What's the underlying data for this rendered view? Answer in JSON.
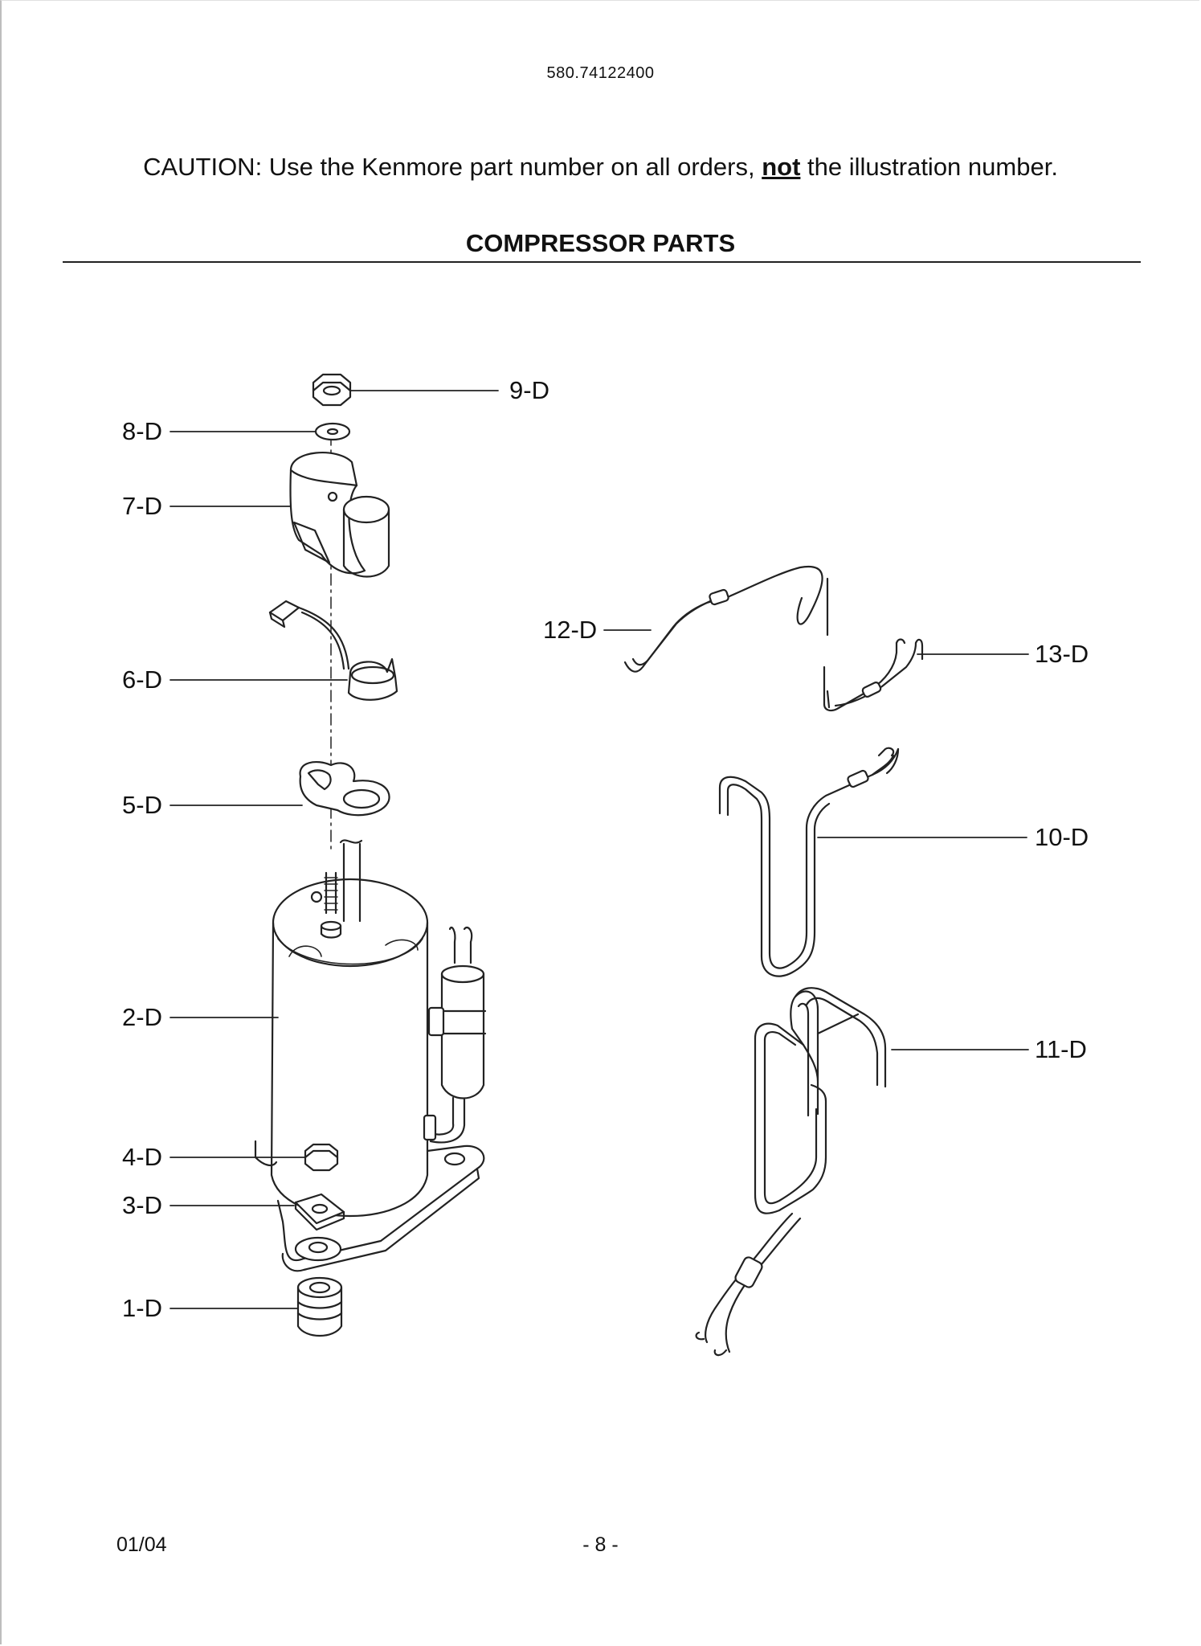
{
  "header": {
    "model_number": "580.74122400"
  },
  "caution": {
    "prefix": "CAUTION: Use the Kenmore part number on all orders, ",
    "emphasis": "not",
    "suffix": " the illustration number."
  },
  "section": {
    "title": "COMPRESSOR PARTS"
  },
  "callouts": {
    "c9": "9-D",
    "c8": "8-D",
    "c7": "7-D",
    "c6": "6-D",
    "c5": "5-D",
    "c2": "2-D",
    "c4": "4-D",
    "c3": "3-D",
    "c1": "1-D",
    "c12": "12-D",
    "c13": "13-D",
    "c10": "10-D",
    "c11": "11-D"
  },
  "footer": {
    "date": "01/04",
    "page": "- 8 -"
  }
}
